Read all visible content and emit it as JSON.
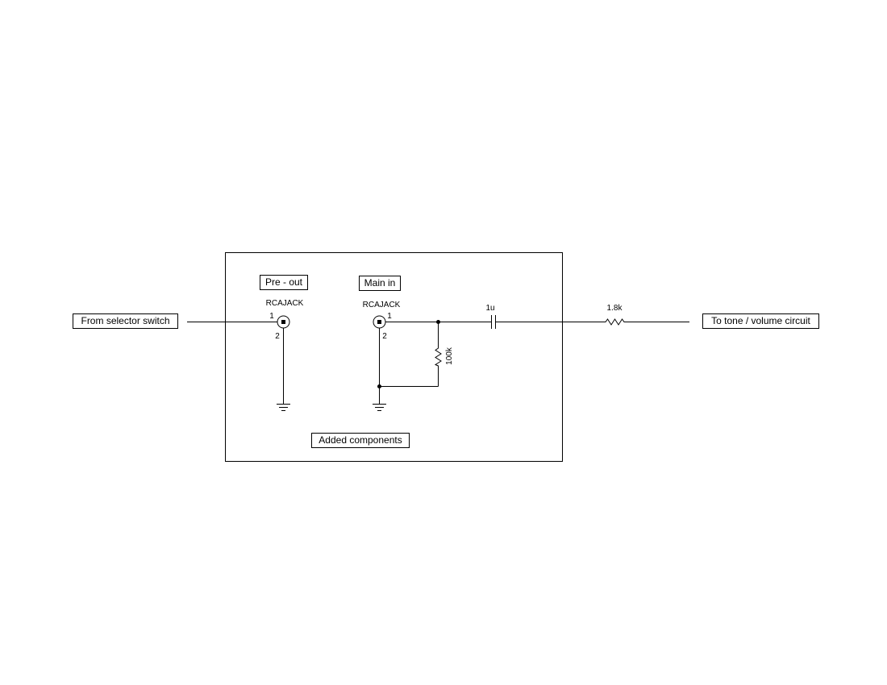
{
  "labels": {
    "input": "From selector switch",
    "output": "To tone / volume circuit",
    "added": "Added components"
  },
  "jack_preout": {
    "title": "Pre - out",
    "part": "RCAJACK",
    "pin1": "1",
    "pin2": "2"
  },
  "jack_mainin": {
    "title": "Main in",
    "part": "RCAJACK",
    "pin1": "1",
    "pin2": "2"
  },
  "resistor_shunt": {
    "value": "100k"
  },
  "capacitor": {
    "value": "1u"
  },
  "resistor_series": {
    "value": "1.8k"
  }
}
